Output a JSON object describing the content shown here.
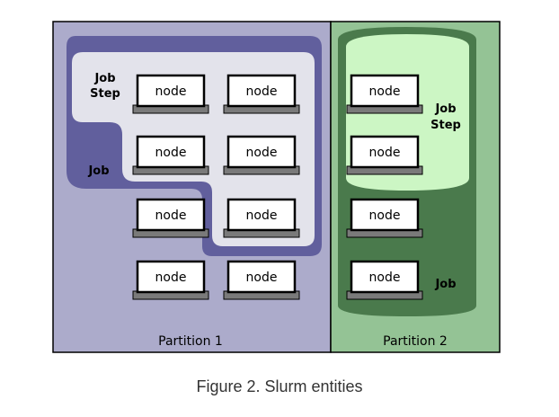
{
  "colors": {
    "partition1_bg": "#acabcb",
    "partition2_bg": "#94c395",
    "job1_fill": "#615f9d",
    "jobstep1_fill": "#e3e3eb",
    "job2_fill": "#4a7a4c",
    "jobstep2_fill": "#ccf6c4"
  },
  "partition1": {
    "label": "Partition 1",
    "job_label": "Job",
    "job_step_label_line1": "Job",
    "job_step_label_line2": "Step"
  },
  "partition2": {
    "label": "Partition 2",
    "job_label": "Job",
    "job_step_label_line1": "Job",
    "job_step_label_line2": "Step"
  },
  "node_label": "node",
  "caption": "Figure 2. Slurm entities"
}
